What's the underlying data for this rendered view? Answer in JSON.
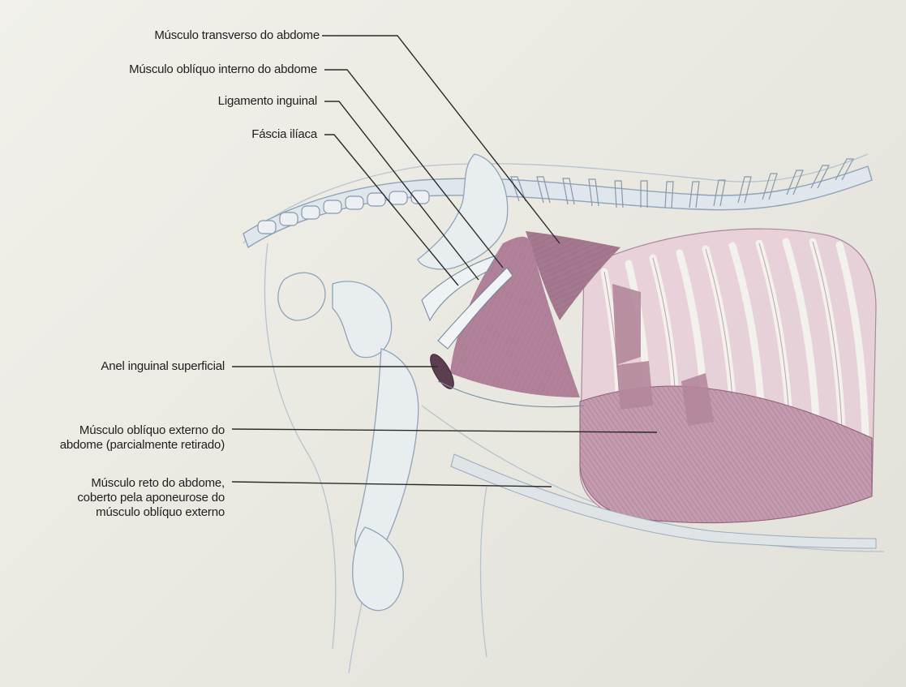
{
  "labels": {
    "transverso": "Músculo transverso do abdome",
    "obliquo_interno": "Músculo oblíquo interno do abdome",
    "ligamento_inguinal": "Ligamento inguinal",
    "fascia_iliaca": "Fáscia ilíaca",
    "anel_inguinal": "Anel inguinal superficial",
    "obliquo_externo_1": "Músculo oblíquo externo do",
    "obliquo_externo_2": "abdome (parcialmente retirado)",
    "reto_1": "Músculo reto do abdome,",
    "reto_2": "coberto pela aponeurose do",
    "reto_3": "músculo oblíquo externo"
  },
  "colors": {
    "paper": "#efeee7",
    "muscle": "#b98ea3",
    "muscle_dark": "#8c5f78",
    "bone_outline": "#8fa3b8",
    "bone_fill": "#e6ebef",
    "leader_line": "#2a2a2a"
  }
}
